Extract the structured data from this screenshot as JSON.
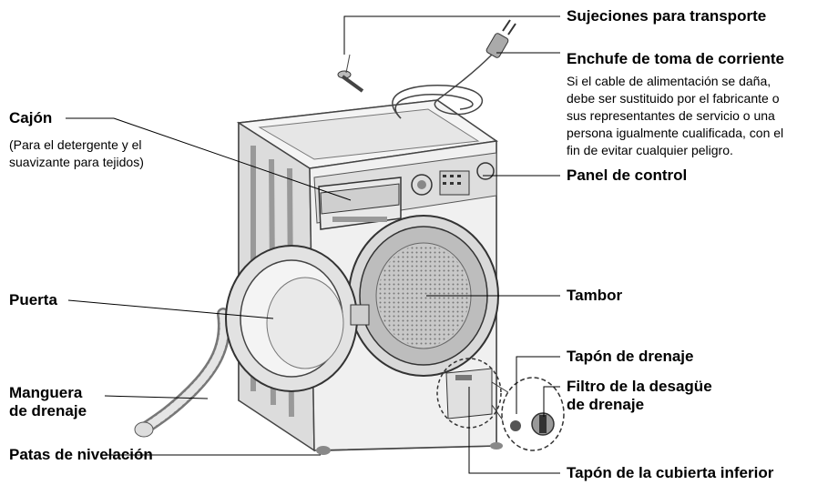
{
  "labels": {
    "sujeciones": "Sujeciones para transporte",
    "enchufe": "Enchufe de toma de corriente",
    "enchufe_note": [
      "Si el cable de alimentación se daña,",
      "debe ser sustituido por el fabricante o",
      "sus representantes de servicio o una",
      "persona igualmente cualificada, con el",
      "fin de evitar cualquier peligro."
    ],
    "cajon": "Cajón",
    "cajon_note": [
      "(Para el detergente y el",
      "suavizante para tejidos)"
    ],
    "panel": "Panel de control",
    "puerta": "Puerta",
    "tambor": "Tambor",
    "manguera": [
      "Manguera",
      "de drenaje"
    ],
    "tapon_drenaje": "Tapón de drenaje",
    "filtro": [
      "Filtro de la desagüe",
      "de drenaje"
    ],
    "patas": "Patas de nivelación",
    "tapon_cubierta": "Tapón de la cubierta inferior"
  }
}
